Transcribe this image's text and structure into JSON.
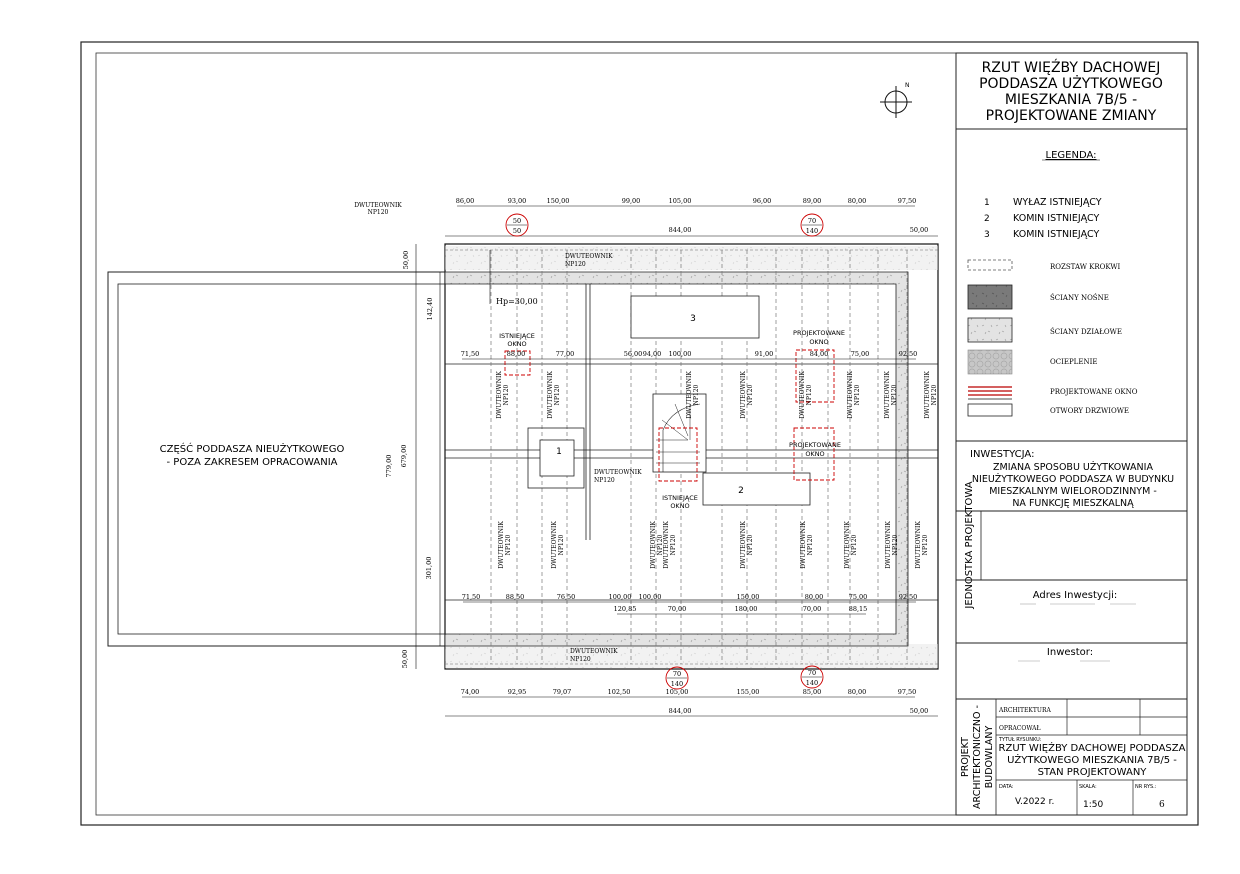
{
  "title": {
    "lines": [
      "RZUT WIĘŹBY DACHOWEJ",
      "PODDASZA UŻYTKOWEGO",
      "MIESZKANIA 7B/5 -",
      "PROJEKTOWANE ZMIANY"
    ]
  },
  "north_label": "N",
  "legend": {
    "heading": "LEGENDA:",
    "numbered": [
      {
        "num": "1",
        "label": "WYŁAZ ISTNIEJĄCY"
      },
      {
        "num": "2",
        "label": "KOMIN ISTNIEJĄCY"
      },
      {
        "num": "3",
        "label": "KOMIN ISTNIEJĄCY"
      }
    ],
    "symbols": [
      {
        "label": "ROZSTAW KROKWI"
      },
      {
        "label": "ŚCIANY NOŚNE"
      },
      {
        "label": "ŚCIANY DZIAŁOWE"
      },
      {
        "label": "OCIEPLENIE"
      },
      {
        "label": "PROJEKTOWANE OKNO"
      },
      {
        "label": "OTWORY DRZWIOWE"
      }
    ]
  },
  "investment": {
    "heading": "INWESTYCJA:",
    "lines": [
      "ZMIANA SPOSOBU UŻYTKOWANIA",
      "NIEUŻYTKOWEGO PODDASZA W BUDYNKU",
      "MIESZKALNYM WIELORODZINNYM -",
      "NA FUNKCJĘ MIESZKALNĄ"
    ]
  },
  "side_labels": {
    "unit": "JEDNOSTKA PROJEKTOWA",
    "project": "PROJEKT ARCHITEKTONICZNO - BUDOWLANY"
  },
  "address_label": "Adres Inwestycji:",
  "investor_label": "Inwestor:",
  "stamp": {
    "architecture": "ARCHITEKTURA",
    "prepared": "OPRACOWAŁ",
    "drawing_title_label": "TYTUŁ RYSUNKU:",
    "drawing_title_lines": [
      "RZUT WIĘŹBY DACHOWEJ PODDASZA",
      "UŻYTKOWEGO MIESZKANIA 7B/5 -",
      "STAN PROJEKTOWANY"
    ],
    "date_label": "DATA:",
    "date": "V.2022 r.",
    "scale_label": "SKALA:",
    "scale": "1:50",
    "sheet_no_label": "NR RYS.:",
    "sheet_no": "6"
  },
  "plan": {
    "outside_area": [
      "CZĘŚĆ PODDASZA NIEUŻYTKOWEGO",
      "- POZA ZAKRESEM OPRACOWANIA"
    ],
    "beam_name": "DWUTEOWNIK",
    "beam_profile": "NP120",
    "hp": "Hp=30,00",
    "markers": [
      "1",
      "2",
      "3"
    ],
    "window_existing": [
      "ISTNIEJĄCE",
      "OKNO"
    ],
    "window_existing_2": [
      "ISTNIEJĄCE",
      "OKNO"
    ],
    "window_new": [
      "PROJEKTOWANE",
      "OKNO"
    ],
    "window_new_2": [
      "PROJEKTOWANE",
      "OKNO"
    ],
    "top_dims": [
      "86,00",
      "93,00",
      "150,00",
      "99,00",
      "105,00",
      "96,00",
      "89,00",
      "80,00",
      "97,50"
    ],
    "top_total": "844,00",
    "top_right": "50,00",
    "bottom_dims": [
      "74,00",
      "92,95",
      "79,07",
      "102,50",
      "105,00",
      "155,00",
      "85,00",
      "80,00",
      "97,50"
    ],
    "bottom_total": "844,00",
    "bottom_right": "50,00",
    "row1_dims": [
      "71,50",
      "88,00",
      "77,00",
      "56,00",
      "94,00",
      "100,00",
      "91,00",
      "84,00",
      "75,00",
      "92,50"
    ],
    "row2_dims": [
      "71,50",
      "88,50",
      "76,50",
      "100,00",
      "100,00",
      "150,00",
      "80,00",
      "75,00",
      "92,50"
    ],
    "row3_dims": [
      "120,85",
      "70,00",
      "180,00",
      "70,00",
      "88,15"
    ],
    "left_dims": [
      "50,00",
      "142,40",
      "779,00",
      "679,00",
      "301,00",
      "50,00"
    ],
    "circle_top_1": [
      "50",
      "50"
    ],
    "circle_top_2": [
      "70",
      "140"
    ],
    "circle_bot_1": [
      "70",
      "140"
    ],
    "circle_bot_2": [
      "70",
      "140"
    ]
  }
}
